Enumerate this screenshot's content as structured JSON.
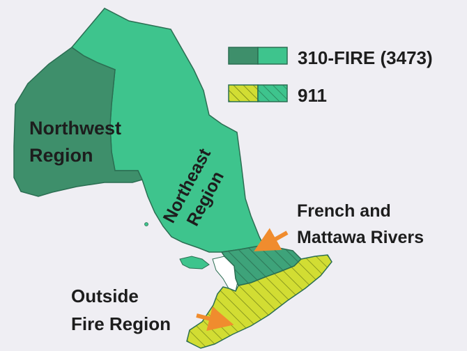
{
  "legend": {
    "items": [
      {
        "label": "310-FIRE (3473)",
        "swatch": [
          "#3e8f6b",
          "#3ec48d"
        ]
      },
      {
        "label": "911",
        "swatch": [
          "#d6df3a",
          "#3ec48d"
        ]
      }
    ]
  },
  "regions": {
    "northwest": {
      "label_line1": "Northwest",
      "label_line2": "Region",
      "color": "#3e8f6b"
    },
    "northeast": {
      "label_line1": "Northeast",
      "label_line2": "Region",
      "color": "#3ec48d"
    },
    "french_mattawa": {
      "label_line1": "French and",
      "label_line2": "Mattawa Rivers",
      "color": "#3e9e79"
    },
    "outside": {
      "label_line1": "Outside",
      "label_line2": "Fire Region",
      "color": "#d2dd33"
    }
  },
  "colors": {
    "background": "#efeef3",
    "arrow": "#f08c2e",
    "outline": "#2b6e52"
  }
}
